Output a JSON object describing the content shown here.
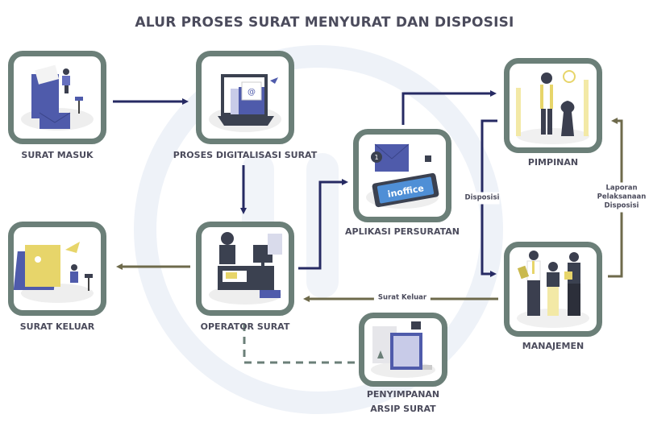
{
  "title": "ALUR PROSES SURAT MENYURAT DAN DISPOSISI",
  "colors": {
    "frame": "#6b7f78",
    "flow_navy": "#262a63",
    "flow_olive": "#6e6a4b",
    "illustration": "#4f5bab",
    "accent": "#e7d56a"
  },
  "nodes": {
    "surat_masuk": {
      "label": "SURAT MASUK",
      "icon": "incoming-mail-illustration"
    },
    "digitalisasi": {
      "label": "PROSES DIGITALISASI SURAT",
      "icon": "laptop-email-illustration"
    },
    "aplikasi": {
      "label": "APLIKASI PERSURATAN",
      "icon": "inoffice-app-illustration",
      "logo_text": "inoffice"
    },
    "pimpinan": {
      "label": "PIMPINAN",
      "icon": "leader-chess-illustration"
    },
    "surat_keluar": {
      "label": "SURAT KELUAR",
      "icon": "outgoing-mail-illustration"
    },
    "operator": {
      "label": "OPERATOR SURAT",
      "icon": "operator-desk-illustration"
    },
    "manajemen": {
      "label": "MANAJEMEN",
      "icon": "management-team-illustration"
    },
    "arsip": {
      "label_line1": "PENYIMPANAN",
      "label_line2": "ARSIP SURAT",
      "icon": "archive-folder-illustration"
    }
  },
  "edges": {
    "disposisi": "Disposisi",
    "surat_keluar": "Surat Keluar",
    "laporan_line1": "Laporan",
    "laporan_line2": "Pelaksanaan",
    "laporan_line3": "Disposisi"
  }
}
